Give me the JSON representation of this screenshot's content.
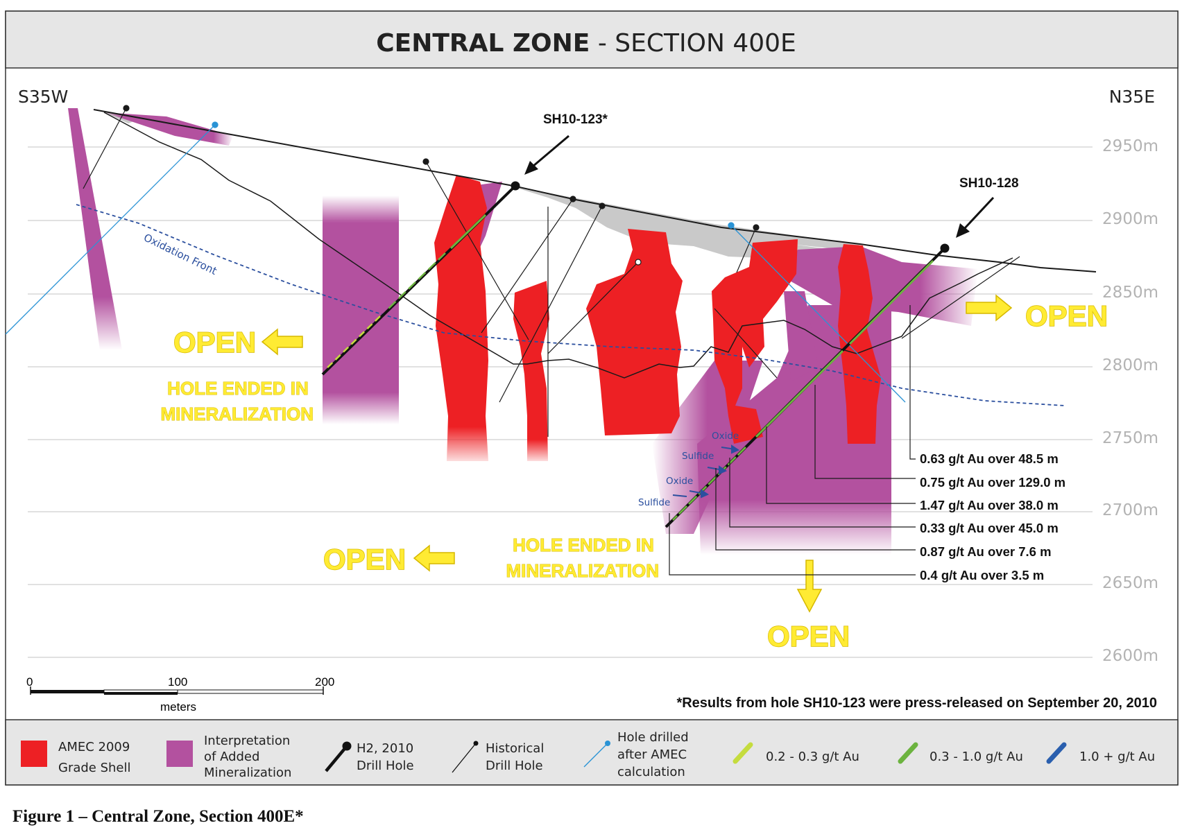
{
  "header": {
    "title_bold": "CENTRAL ZONE",
    "title_sep": " - ",
    "title_rest": "SECTION 400E"
  },
  "orientation": {
    "left": "S35W",
    "right": "N35E"
  },
  "elevations": [
    "2950m",
    "2900m",
    "2850m",
    "2800m",
    "2750m",
    "2700m",
    "2650m",
    "2600m"
  ],
  "drill_holes": {
    "hole_a": "SH10-123*",
    "hole_b": "SH10-128"
  },
  "labels": {
    "oxidation_front": "Oxidation Front",
    "open": "OPEN",
    "ended_line1": "HOLE  ENDED IN",
    "ended_line2": "MINERALIZATION",
    "oxide": "Oxide",
    "sulfide": "Sulfide"
  },
  "assays": [
    "0.63 g/t Au over 48.5 m",
    "0.75 g/t Au over 129.0 m",
    "1.47 g/t Au over 38.0 m",
    "0.33 g/t Au over 45.0 m",
    "0.87 g/t Au over 7.6 m",
    "0.4 g/t Au over 3.5 m"
  ],
  "scale": {
    "ticks": [
      "0",
      "100",
      "200"
    ],
    "unit": "meters"
  },
  "footnote": "*Results from hole SH10-123 were press-released on September 20, 2010",
  "legend": {
    "grade_shell": [
      "AMEC 2009",
      "Grade Shell"
    ],
    "added_mineralization": [
      "Interpretation",
      "of Added",
      "Mineralization"
    ],
    "h2_hole": [
      "H2, 2010",
      "Drill Hole"
    ],
    "historical_hole": [
      "Historical",
      "Drill Hole"
    ],
    "after_amec_hole": [
      "Hole drilled",
      "after AMEC",
      "calculation"
    ],
    "grade_low": "0.2 - 0.3 g/t Au",
    "grade_mid": "0.3 - 1.0 g/t Au",
    "grade_high": "1.0 + g/t Au"
  },
  "caption": "Figure 1 – Central Zone, Section 400E*",
  "colors": {
    "grade_shell": "#ed2024",
    "added_mineralization": "#b3519f",
    "oxidized_cap": "#c9c9c9",
    "open_text": "#ffeb33",
    "grade_low": "#c5dc3e",
    "grade_mid": "#6cb33f",
    "grade_high": "#2a5fae",
    "post_amec_hole": "#2a93d5"
  }
}
